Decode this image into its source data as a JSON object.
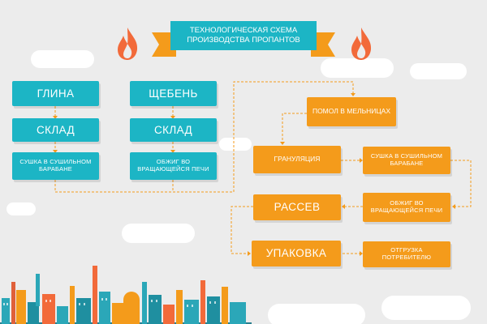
{
  "title": {
    "line1": "ТЕХНОЛОГИЧЕСКАЯ СХЕМА",
    "line2": "ПРОИЗВОДСТВА ПРОПАНТОВ"
  },
  "left_columns": [
    {
      "header": "ГЛИНА",
      "store": "СКЛАД",
      "process": "СУШКА В СУШИЛЬНОМ БАРАБАНЕ"
    },
    {
      "header": "ЩЕБЕНЬ",
      "store": "СКЛАД",
      "process": "ОБЖИГ ВО ВРАЩАЮЩЕЙСЯ ПЕЧИ"
    }
  ],
  "flow": {
    "milling": "ПОМОЛ В МЕЛЬНИЦАХ",
    "granulation": "ГРАНУЛЯЦИЯ",
    "drying": "СУШКА В СУШИЛЬНОМ БАРАБАНЕ",
    "firing": "ОБЖИГ ВО ВРАЩАЮЩЕЙСЯ ПЕЧИ",
    "sieving": "РАССЕВ",
    "packing": "УПАКОВКА",
    "shipping": "ОТГРУЗКА ПОТРЕБИТЕЛЮ"
  },
  "colors": {
    "teal": "#1cb5c5",
    "orange": "#f49b1b",
    "flame": "#f26a3a",
    "background": "#ececec"
  }
}
